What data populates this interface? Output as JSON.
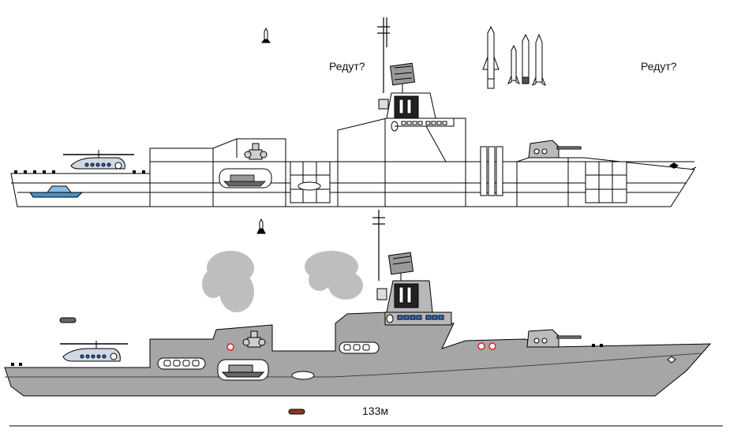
{
  "labels": {
    "radar_left": "Редут?",
    "radar_right": "Редут?",
    "length": "133м"
  },
  "colors": {
    "background": "#ffffff",
    "outline": "#000000",
    "hull_gray": "#a6a6a6",
    "deck_gray": "#b8b8b8",
    "boat_blue": "#4a90c8",
    "window_blue": "#2f6fd0",
    "smoke_gray": "#8a8a8a",
    "missile_white": "#ffffff",
    "accent_red": "#e02020"
  },
  "icons": [
    "helicopter-icon",
    "boat-icon",
    "missile-icon",
    "radar-icon",
    "gun-turret-icon",
    "mast-icon",
    "launcher-icon",
    "torpedo-icon"
  ]
}
